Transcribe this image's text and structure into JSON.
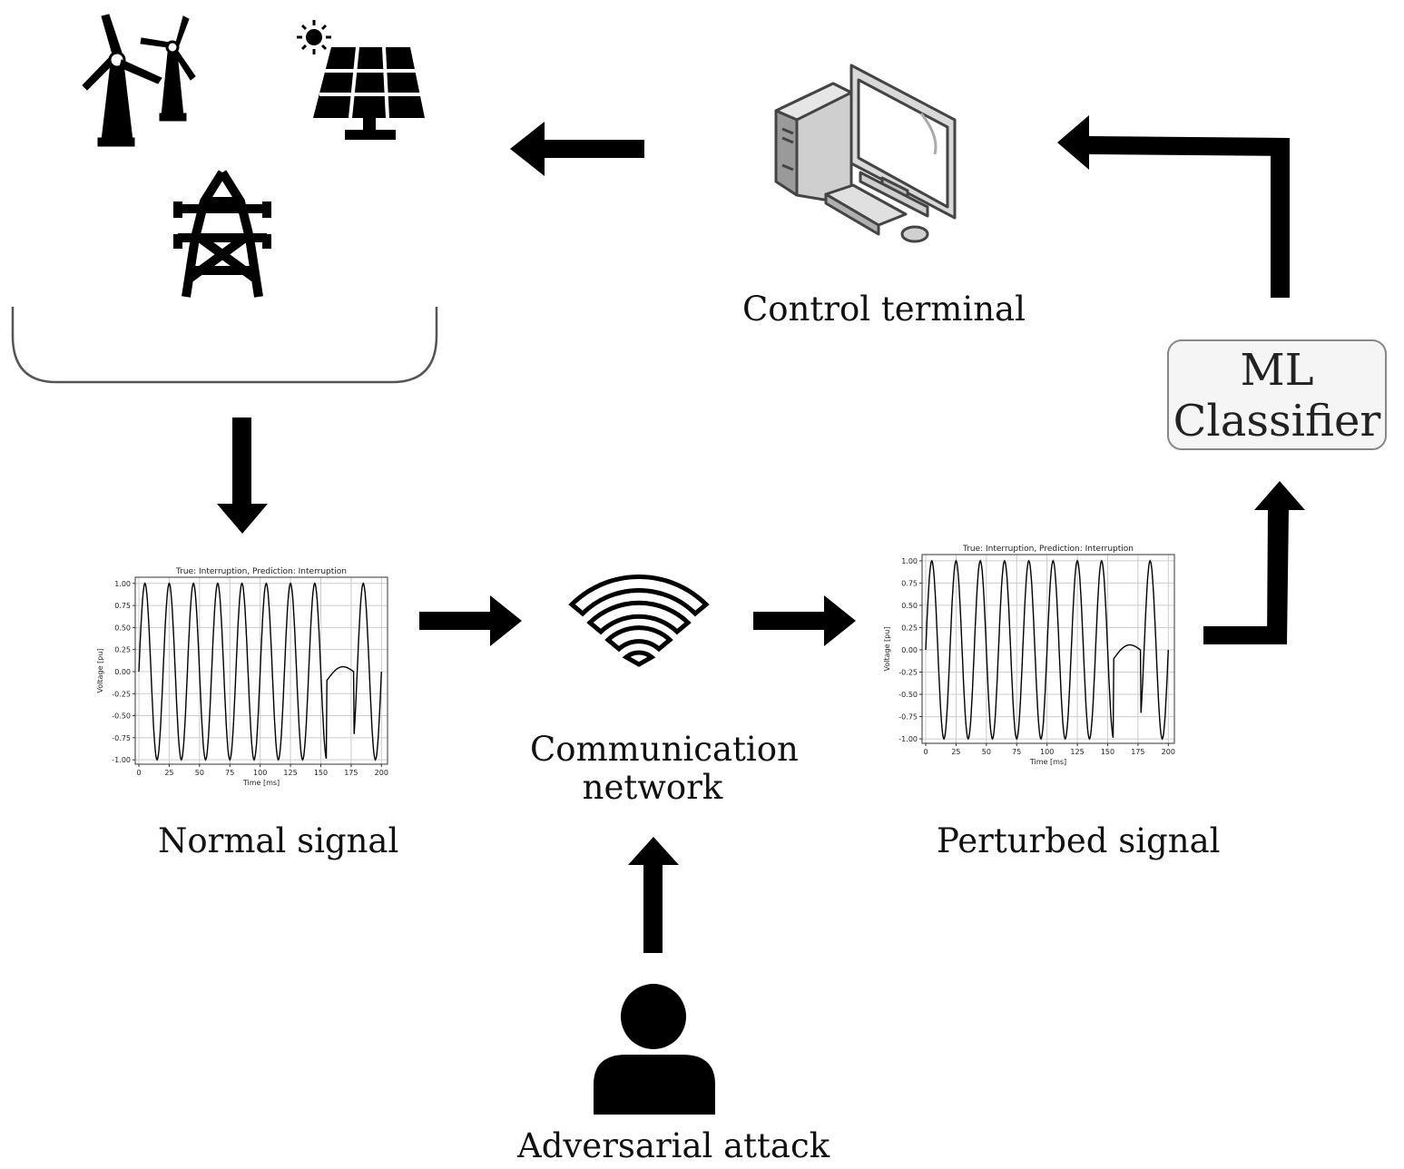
{
  "captions": {
    "control_terminal": "Control terminal",
    "ml_line1": "ML",
    "ml_line2": "Classifier",
    "normal_signal": "Normal signal",
    "comm_line1": "Communication",
    "comm_line2": "network",
    "perturbed_signal": "Perturbed signal",
    "adversarial": "Adversarial attack"
  },
  "chart_data": [
    {
      "type": "line",
      "title": "True: Interruption, Prediction: Interruption",
      "xlabel": "Time [ms]",
      "ylabel": "Voltage [pu]",
      "xlim": [
        -3,
        205
      ],
      "ylim": [
        -1.05,
        1.07
      ],
      "xticks": [
        0,
        25,
        50,
        75,
        100,
        125,
        150,
        175,
        200
      ],
      "yticks": [
        -1.0,
        -0.75,
        -0.5,
        -0.25,
        0.0,
        0.25,
        0.5,
        0.75,
        1.0
      ],
      "ytick_labels": [
        "-1.00",
        "-0.75",
        "-0.50",
        "-0.25",
        "0.00",
        "0.25",
        "0.50",
        "0.75",
        "1.00"
      ],
      "grid": true,
      "series": [
        {
          "period_ms": 20,
          "amplitude": 1.0,
          "interruption_ms": [
            155,
            177
          ],
          "interruption_level": 0.1,
          "end_ms": 200
        }
      ]
    },
    {
      "type": "line",
      "title": "True: Interruption, Prediction: Interruption",
      "xlabel": "Time [ms]",
      "ylabel": "Voltage [pu]",
      "xlim": [
        -3,
        205
      ],
      "ylim": [
        -1.05,
        1.07
      ],
      "xticks": [
        0,
        25,
        50,
        75,
        100,
        125,
        150,
        175,
        200
      ],
      "yticks": [
        -1.0,
        -0.75,
        -0.5,
        -0.25,
        0.0,
        0.25,
        0.5,
        0.75,
        1.0
      ],
      "ytick_labels": [
        "-1.00",
        "-0.75",
        "-0.50",
        "-0.25",
        "0.00",
        "0.25",
        "0.50",
        "0.75",
        "1.00"
      ],
      "grid": true,
      "series": [
        {
          "period_ms": 20,
          "amplitude": 1.0,
          "interruption_ms": [
            155,
            177
          ],
          "interruption_level": 0.1,
          "end_ms": 200
        }
      ]
    }
  ]
}
